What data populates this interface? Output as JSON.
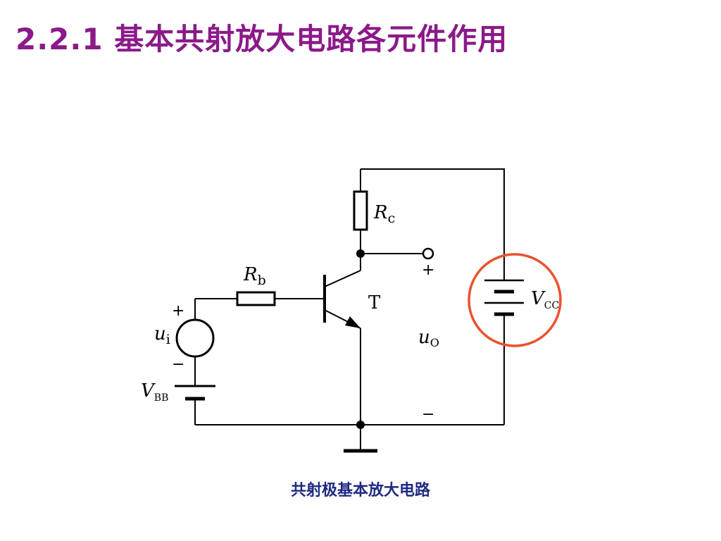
{
  "title": "2.2.1 基本共射放大电路各元件作用",
  "caption": "共射极基本放大电路",
  "colors": {
    "title": "#8B1A89",
    "caption": "#1F2A80",
    "highlight": "#E8542F",
    "wire": "#000000"
  },
  "diagram": {
    "rc": {
      "main": "R",
      "sub": "c"
    },
    "rb": {
      "main": "R",
      "sub": "b"
    },
    "transistor": "T",
    "ui": {
      "main": "u",
      "sub": "i"
    },
    "uo": {
      "main": "u",
      "sub": "O"
    },
    "vbb": {
      "main": "V",
      "sub": "BB"
    },
    "vcc": {
      "main": "V",
      "sub": "CC"
    },
    "plus": "+",
    "minus": "−"
  }
}
